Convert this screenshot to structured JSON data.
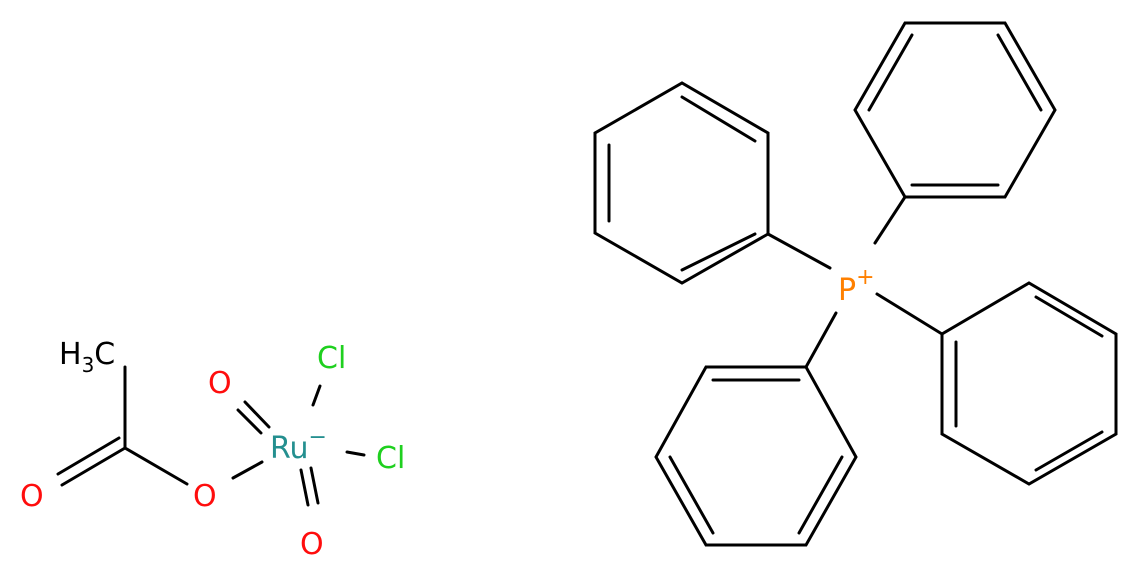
{
  "molecule": {
    "anion": {
      "methyl": {
        "text": "H",
        "subscript": "3",
        "suffix": "C"
      },
      "carbonyl_oxygen": "O",
      "ester_oxygen": "O",
      "metal": "Ru",
      "metal_charge": "−",
      "oxo_top": "O",
      "oxo_bottom": "O",
      "chloride_top": "Cl",
      "chloride_right": "Cl"
    },
    "cation": {
      "phosphorus": "P",
      "charge": "+"
    },
    "colors": {
      "bond": "#000000",
      "oxygen": "#ff0d0d",
      "chlorine": "#1fd01f",
      "ruthenium": "#248f8f",
      "phosphorus": "#ff8000",
      "carbon_hydrogen": "#000000"
    }
  }
}
